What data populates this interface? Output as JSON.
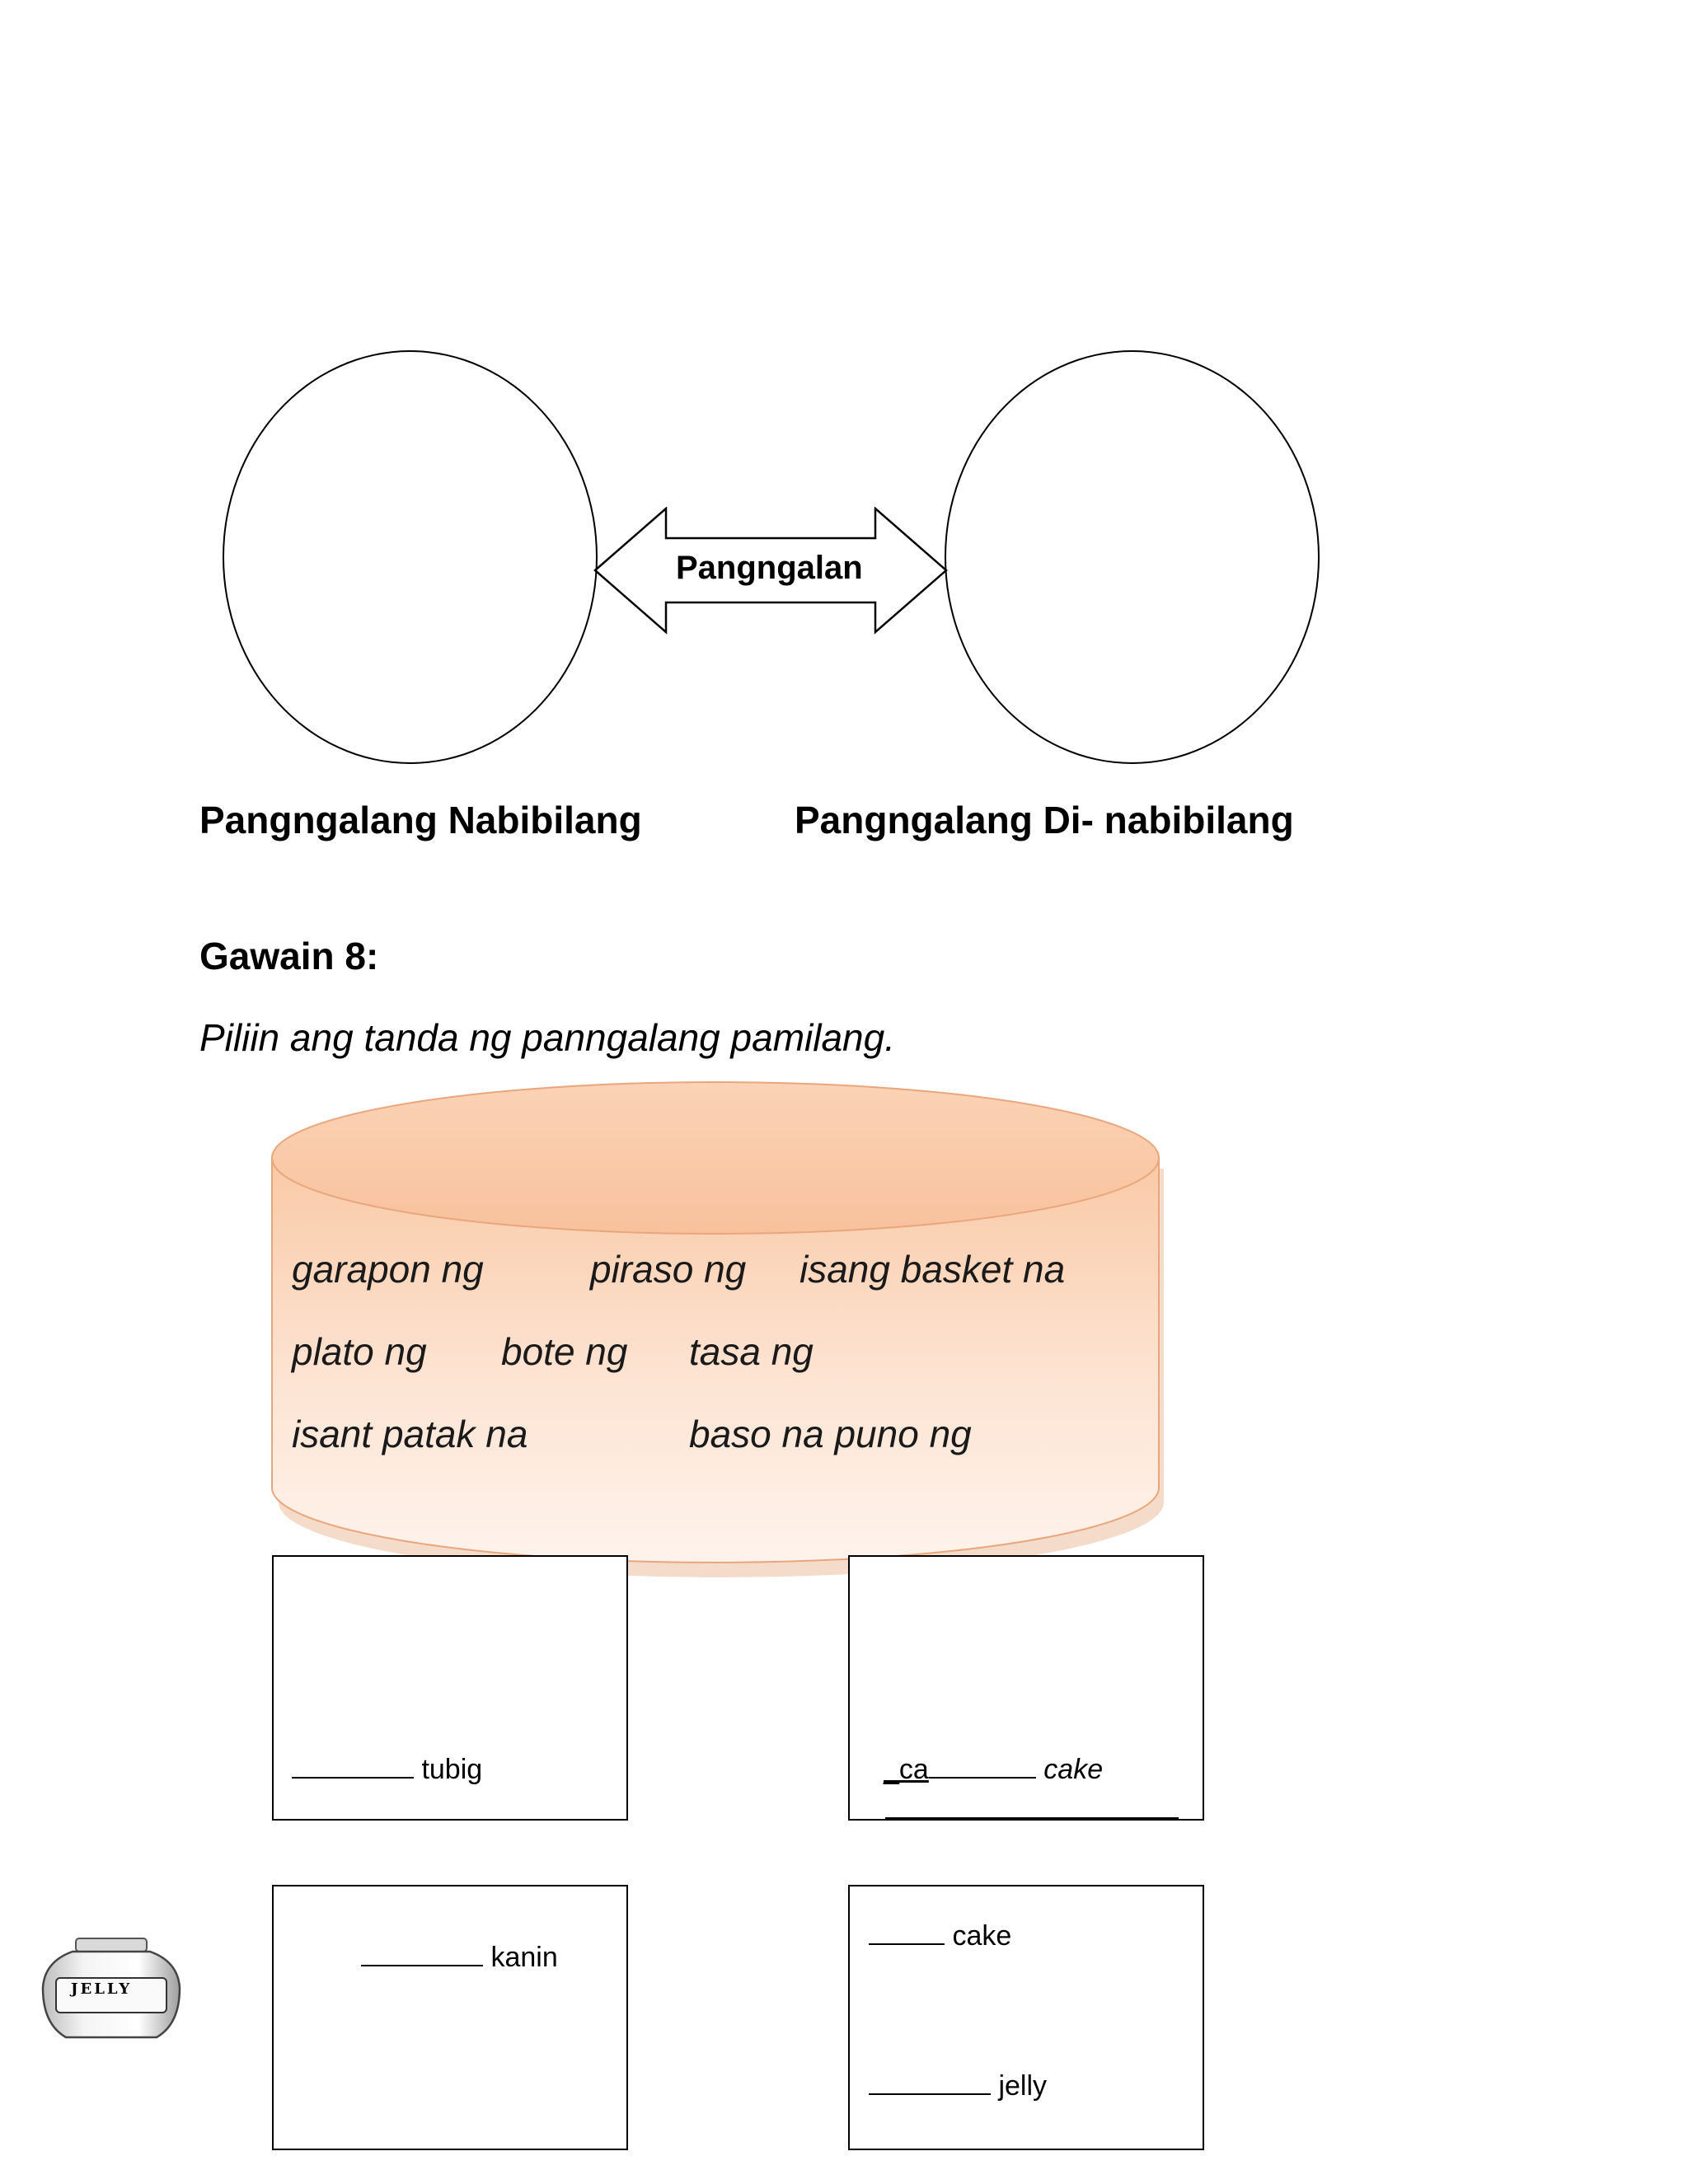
{
  "diagram": {
    "center_label": "Pangngalan",
    "left_caption": "Pangngalang Nabibilang",
    "right_caption": "Pangngalang Di- nabibilang"
  },
  "activity": {
    "title": "Gawain 8:",
    "instruction": "Piliin ang tanda ng panngalang pamilang."
  },
  "word_bank": {
    "fill_color": "#fbd9c2",
    "border_color": "#e9a67c",
    "words": [
      "garapon ng",
      "piraso ng",
      "isang basket na",
      "plato ng",
      "bote ng",
      "tasa ng",
      "isant patak na",
      "baso na puno ng"
    ]
  },
  "boxes": {
    "box1": {
      "word": "tubig"
    },
    "box2": {
      "prefix": "_ca",
      "word": "cake"
    },
    "box3": {
      "word": "kanin"
    },
    "box4": {
      "word_a": "cake",
      "word_b": "jelly"
    }
  },
  "jar": {
    "label": "JELLY"
  }
}
